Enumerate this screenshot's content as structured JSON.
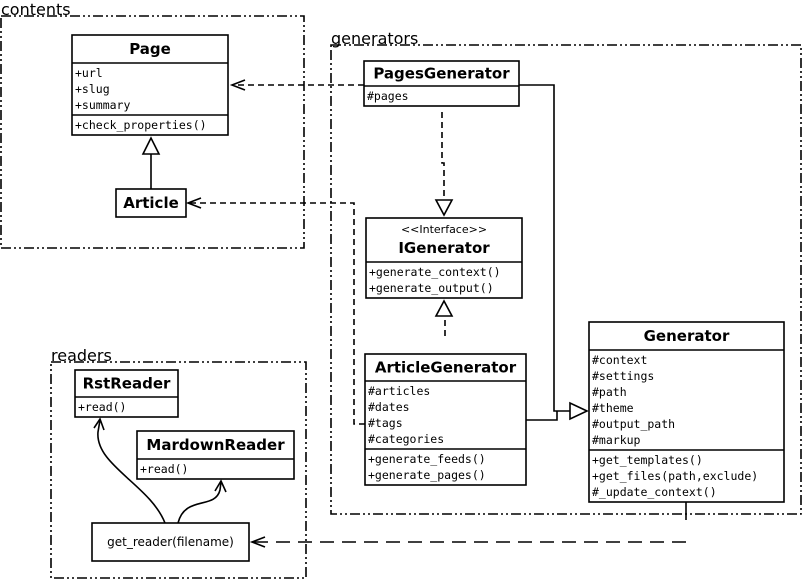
{
  "packages": [
    {
      "id": "contents",
      "name": "contents"
    },
    {
      "id": "generators",
      "name": "generators"
    },
    {
      "id": "readers",
      "name": "readers"
    }
  ],
  "classes": [
    {
      "id": "page",
      "name": "Page",
      "attributes": [
        "+url",
        "+slug",
        "+summary"
      ],
      "methods": [
        "+check_properties()"
      ]
    },
    {
      "id": "article",
      "name": "Article",
      "attributes": [],
      "methods": []
    },
    {
      "id": "pages-generator",
      "name": "PagesGenerator",
      "attributes": [
        "#pages"
      ],
      "methods": []
    },
    {
      "id": "igenerator",
      "stereotype": "<<Interface>>",
      "name": "IGenerator",
      "attributes": [],
      "methods": [
        "+generate_context()",
        "+generate_output()"
      ]
    },
    {
      "id": "article-generator",
      "name": "ArticleGenerator",
      "attributes": [
        "#articles",
        "#dates",
        "#tags",
        "#categories"
      ],
      "methods": [
        "+generate_feeds()",
        "+generate_pages()"
      ]
    },
    {
      "id": "generator",
      "name": "Generator",
      "attributes": [
        "#context",
        "#settings",
        "#path",
        "#theme",
        "#output_path",
        "#markup"
      ],
      "methods": [
        "+get_templates()",
        "+get_files(path,exclude)",
        "#_update_context()"
      ]
    },
    {
      "id": "rst-reader",
      "name": "RstReader",
      "attributes": [],
      "methods": [
        "+read()"
      ]
    },
    {
      "id": "markdown-reader",
      "name": "MardownReader",
      "attributes": [],
      "methods": [
        "+read()"
      ]
    }
  ],
  "functions": [
    {
      "id": "get-reader",
      "label": "get_reader(filename)"
    }
  ]
}
